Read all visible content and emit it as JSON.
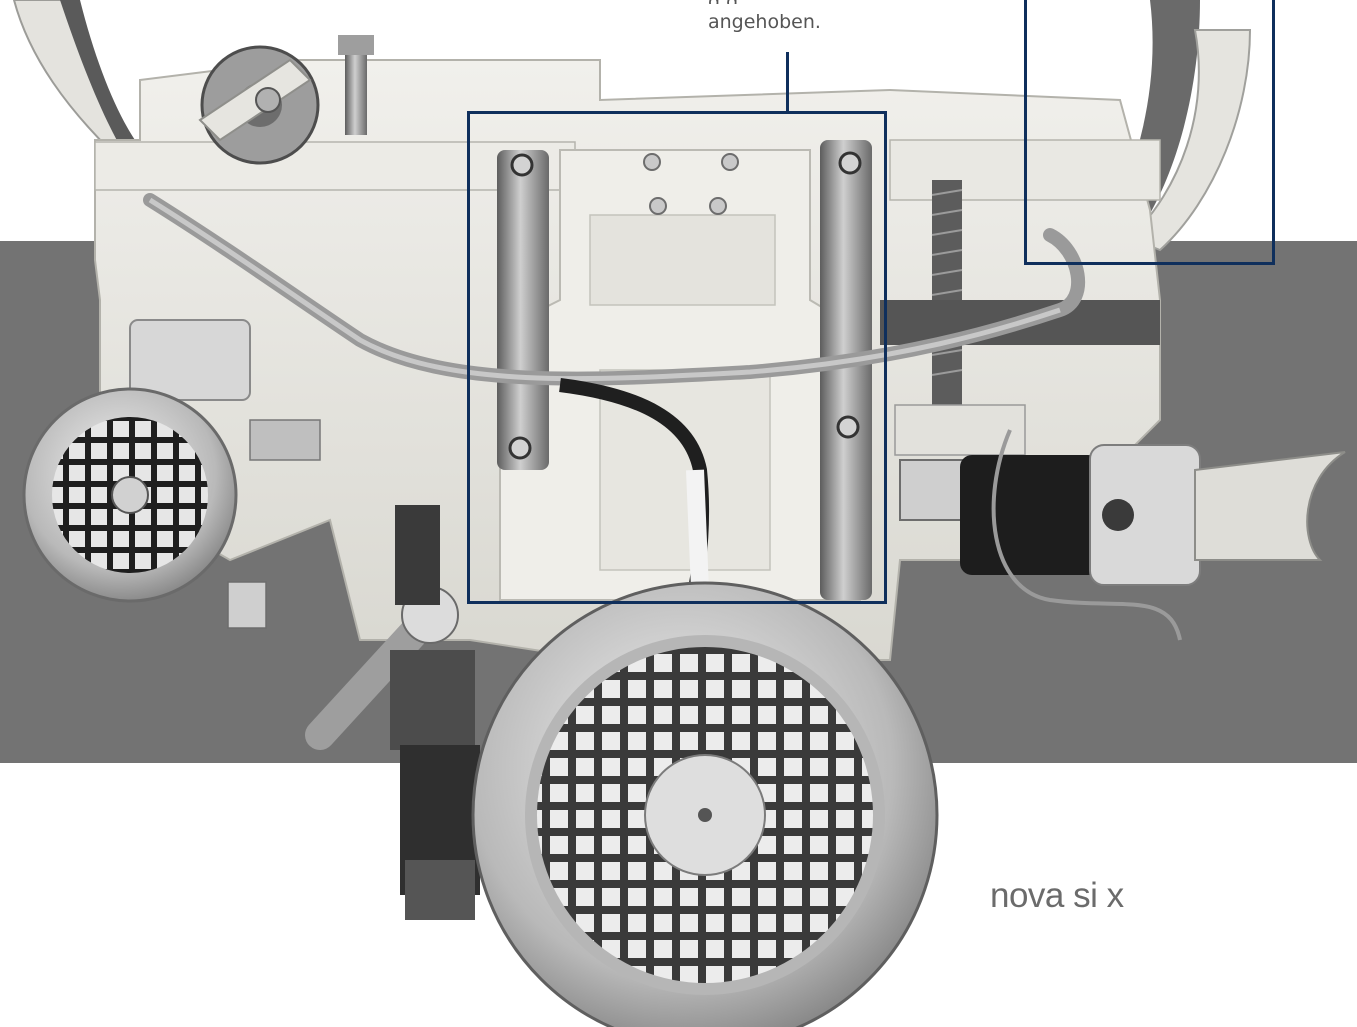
{
  "caption": {
    "partial_line": "g         g",
    "line": "angehoben."
  },
  "product": {
    "name": "nova si x"
  },
  "colors": {
    "band": "#737373",
    "callout": "#0f2f5c",
    "casting": "#e9e8e2",
    "text": "#6b6b6b"
  }
}
